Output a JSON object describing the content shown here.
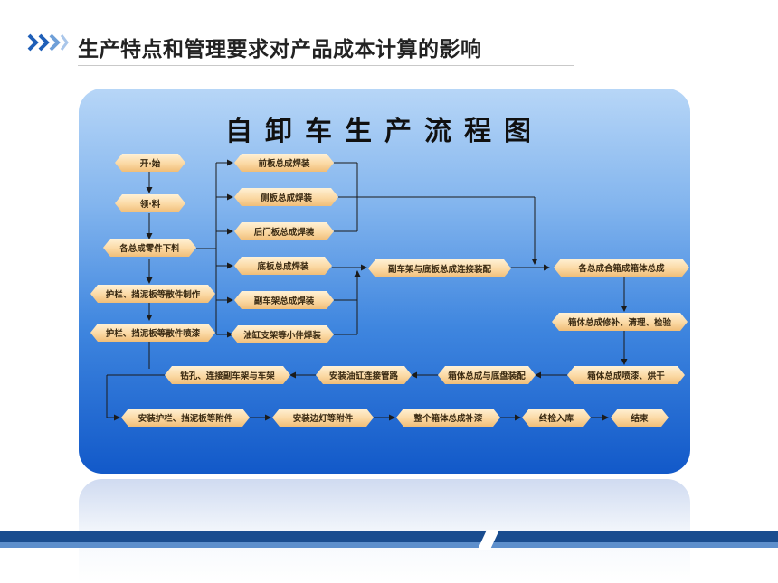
{
  "slide": {
    "title": "生产特点和管理要求对产品成本计算的影响"
  },
  "diagram": {
    "title": "自卸车生产流程图",
    "nodes": [
      {
        "id": "start",
        "label": "开·始"
      },
      {
        "id": "material",
        "label": "领·料"
      },
      {
        "id": "blanking",
        "label": "各总成零件下料"
      },
      {
        "id": "guard_make",
        "label": "护栏、挡泥板等散件制作"
      },
      {
        "id": "guard_paint",
        "label": "护栏、挡泥板等散件喷漆"
      },
      {
        "id": "front",
        "label": "前板总成焊装"
      },
      {
        "id": "side",
        "label": "侧板总成焊装"
      },
      {
        "id": "rear",
        "label": "后门板总成焊装"
      },
      {
        "id": "bottom",
        "label": "底板总成焊装"
      },
      {
        "id": "subframe",
        "label": "副车架总成焊装"
      },
      {
        "id": "cylinder",
        "label": "油缸支架等小件焊装"
      },
      {
        "id": "sub_bottom",
        "label": "副车架与底板总成连接装配"
      },
      {
        "id": "box_assy",
        "label": "各总成合箱成箱体总成"
      },
      {
        "id": "box_repair",
        "label": "箱体总成修补、清理、检验"
      },
      {
        "id": "box_paint",
        "label": "箱体总成喷漆、烘干"
      },
      {
        "id": "chassis",
        "label": "箱体总成与底盘装配"
      },
      {
        "id": "oil_pipe",
        "label": "安装油缸连接管路"
      },
      {
        "id": "drill",
        "label": "钻孔、连接副车架与车架"
      },
      {
        "id": "install_guard",
        "label": "安装护栏、挡泥板等附件"
      },
      {
        "id": "side_light",
        "label": "安装边灯等附件"
      },
      {
        "id": "touchup",
        "label": "整个箱体总成补漆"
      },
      {
        "id": "inspect",
        "label": "终检入库"
      },
      {
        "id": "end",
        "label": "结束"
      }
    ]
  },
  "colors": {
    "accent": "#1f5fb8",
    "node_fill": "#fbd9a4",
    "panel_top": "#b7d6f7",
    "panel_bottom": "#1259c9"
  },
  "icons": {
    "title_marker": "double-chevron-icon"
  }
}
